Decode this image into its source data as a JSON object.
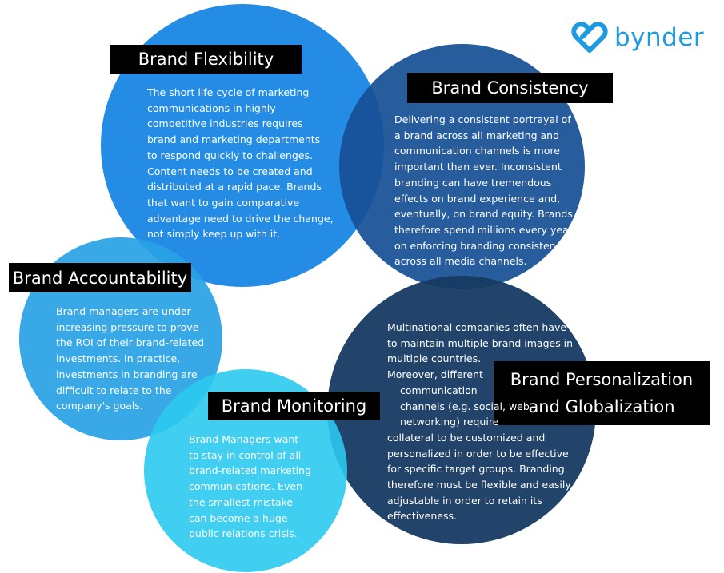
{
  "logo": {
    "text": "bynder",
    "icon": "bynder-heart-logo-icon",
    "color": "#1e9be0"
  },
  "circles": {
    "flexibility": {
      "title": "Brand Flexibility",
      "color": "#1e88e5",
      "lines": [
        "The short life cycle of marketing",
        "communications in highly",
        "competitive industries requires",
        "brand and marketing departments",
        "to respond quickly to challenges.",
        "Content needs to be created and",
        "distributed at a rapid pace. Brands",
        "that want to gain comparative",
        "advantage need to drive the change,",
        "not simply keep up with it."
      ]
    },
    "consistency": {
      "title": "Brand Consistency",
      "color": "#175096",
      "lines": [
        "Delivering a consistent portrayal of",
        "a brand across all marketing and",
        "communication channels is more",
        "important than ever. Inconsistent",
        "branding can have tremendous",
        "effects on brand experience and,",
        "eventually, on brand equity. Brands",
        "therefore spend millions every year",
        "on enforcing branding consistency",
        "across all media channels."
      ]
    },
    "accountability": {
      "title": "Brand Accountability",
      "color": "#29a1e5",
      "lines": [
        "Brand managers are under",
        "increasing pressure to prove",
        "the ROI of their brand-related",
        "investments. In practice,",
        "investments in branding are",
        "difficult to relate to the",
        "company's goals."
      ]
    },
    "monitoring": {
      "title": "Brand Monitoring",
      "color": "#2bc9f0",
      "lines": [
        "Brand Managers want",
        "to stay in control of all",
        "brand-related marketing",
        "communications. Even",
        "the smallest mistake",
        "can become a huge",
        "public relations crisis."
      ]
    },
    "globalization": {
      "title_line1": "Brand Personalization",
      "title_line2": "and Globalization",
      "color": "#163a62",
      "lines": [
        "Multinational companies often have",
        "to maintain multiple brand images in",
        "multiple countries.",
        "Moreover, different",
        "    communication",
        "    channels (e.g. social, web,",
        "    networking) require",
        "collateral to be customized and",
        "personalized in order to be effective",
        "for specific target groups. Branding",
        "therefore must be flexible and easily",
        "adjustable in order to retain its",
        "effectiveness."
      ]
    }
  }
}
